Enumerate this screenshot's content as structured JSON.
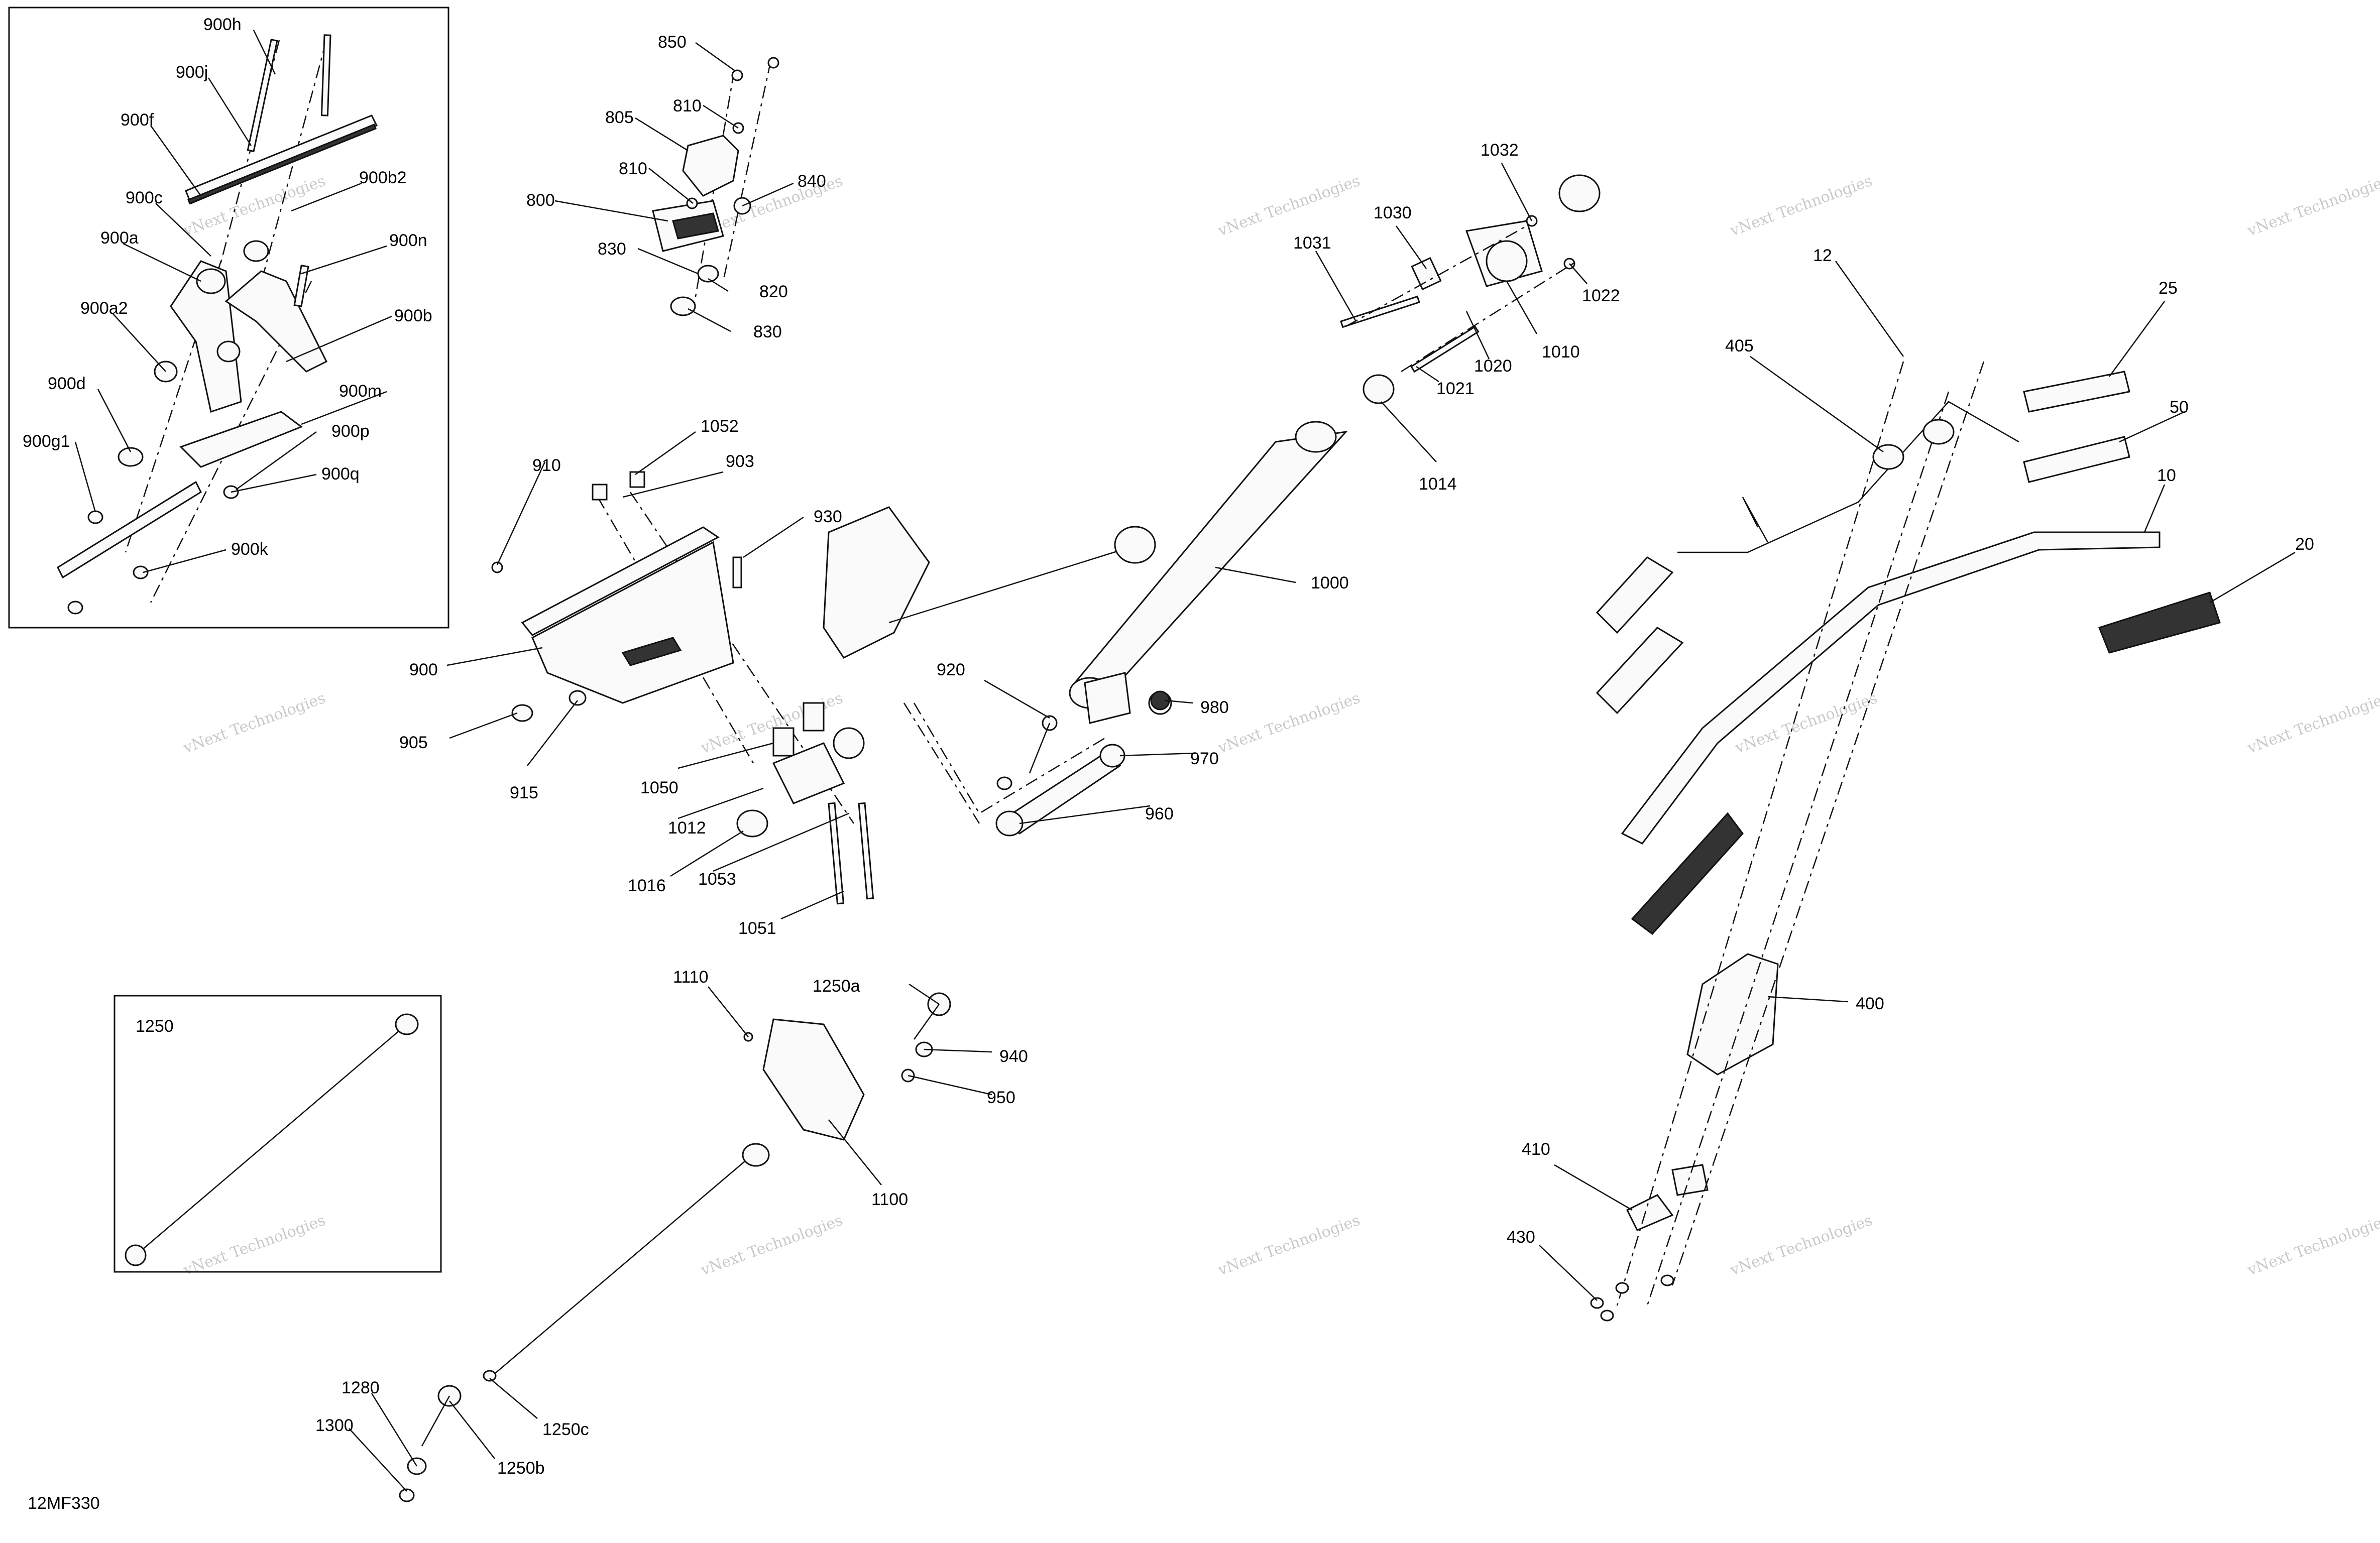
{
  "figure_code": "12MF330",
  "watermark_text": "vNext Technologies",
  "inset_labels": {
    "inset_1250": "1250"
  },
  "labels": {
    "900h": "900h",
    "900j": "900j",
    "900f": "900f",
    "900c": "900c",
    "900b2": "900b2",
    "900a": "900a",
    "900n": "900n",
    "900a2": "900a2",
    "900b": "900b",
    "900d": "900d",
    "900m": "900m",
    "900g1": "900g1",
    "900p": "900p",
    "900q": "900q",
    "900k": "900k",
    "850": "850",
    "810a": "810",
    "805": "805",
    "810b": "810",
    "840": "840",
    "800": "800",
    "830a": "830",
    "820": "820",
    "830b": "830",
    "910": "910",
    "1052": "1052",
    "903": "903",
    "930": "930",
    "900": "900",
    "905": "905",
    "915": "915",
    "1050": "1050",
    "1012": "1012",
    "1016": "1016",
    "1053": "1053",
    "1051": "1051",
    "920": "920",
    "980": "980",
    "970": "970",
    "960": "960",
    "1000": "1000",
    "1032": "1032",
    "1031": "1031",
    "1030": "1030",
    "1022": "1022",
    "1010": "1010",
    "1020": "1020",
    "1021": "1021",
    "1014": "1014",
    "12": "12",
    "405": "405",
    "25": "25",
    "50": "50",
    "10": "10",
    "20": "20",
    "400": "400",
    "410": "410",
    "430": "430",
    "1110": "1110",
    "1250a": "1250a",
    "940": "940",
    "950": "950",
    "1100": "1100",
    "1280": "1280",
    "1300": "1300",
    "1250c": "1250c",
    "1250b": "1250b"
  }
}
